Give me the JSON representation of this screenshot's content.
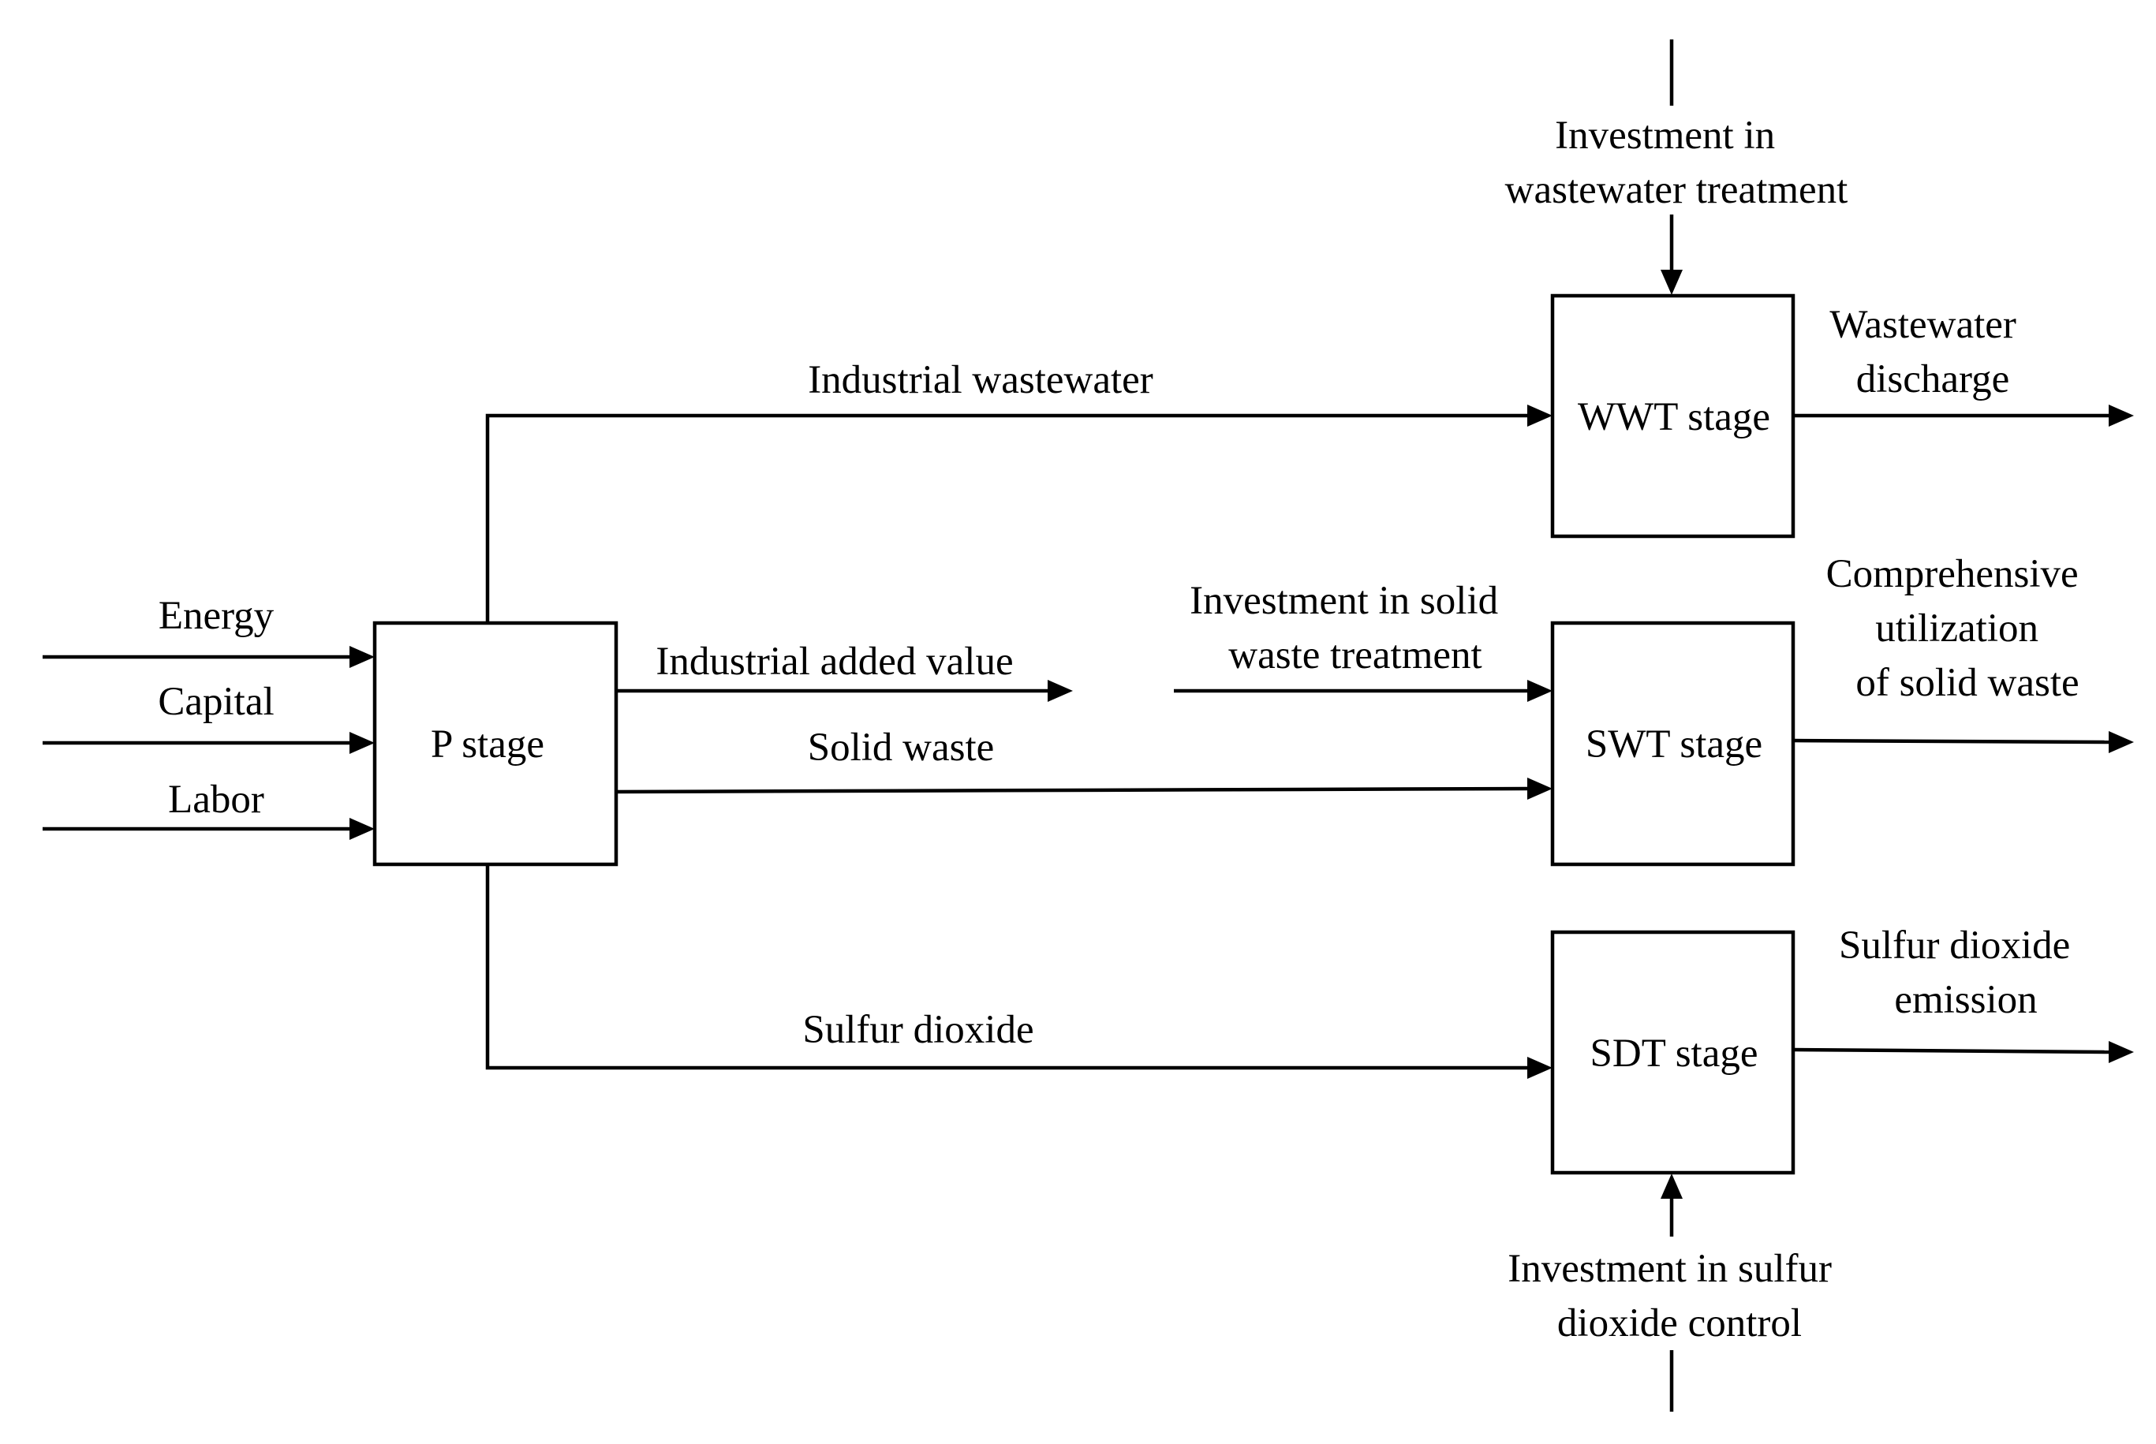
{
  "stages": {
    "p": "P stage",
    "wwt": "WWT stage",
    "swt": "SWT stage",
    "sdt": "SDT stage"
  },
  "inputs": {
    "energy": "Energy",
    "capital": "Capital",
    "labor": "Labor"
  },
  "flows": {
    "industrial_wastewater": "Industrial wastewater",
    "industrial_added_value": "Industrial added value",
    "solid_waste": "Solid waste",
    "sulfur_dioxide": "Sulfur dioxide"
  },
  "investments": {
    "wastewater": [
      "Investment in",
      "wastewater treatment"
    ],
    "solid_waste": [
      "Investment in solid",
      "waste treatment"
    ],
    "sulfur_dioxide": [
      "Investment in sulfur",
      "dioxide control"
    ]
  },
  "outputs": {
    "wastewater_discharge": [
      "Wastewater",
      "discharge"
    ],
    "solid_waste_utilization": [
      "Comprehensive",
      "utilization",
      "of solid waste"
    ],
    "sulfur_dioxide_emission": [
      "Sulfur dioxide",
      "emission"
    ]
  }
}
